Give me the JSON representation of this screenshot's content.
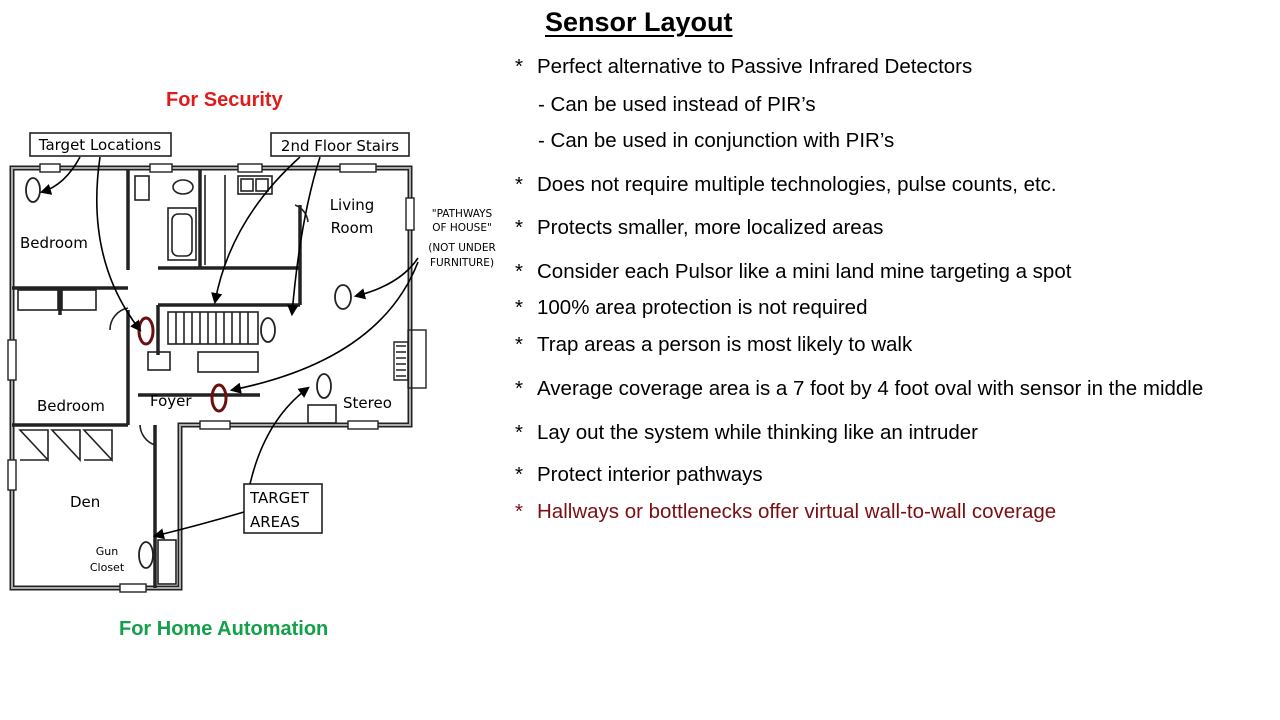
{
  "title": "Sensor Layout",
  "for_security": "For Security",
  "for_home_automation": "For Home Automation",
  "bullets": [
    {
      "text": "Perfect alternative to Passive Infrared Detectors"
    },
    {
      "text": "- Can be used instead of PIR’s"
    },
    {
      "text": "- Can be used in conjunction with PIR’s"
    },
    {
      "text": "Does not require multiple technologies, pulse counts, etc."
    },
    {
      "text": "Protects smaller, more localized areas"
    },
    {
      "text": "Consider each Pulsor like a mini land mine targeting a spot"
    },
    {
      "text": "100% area protection is not required"
    },
    {
      "text": "Trap areas a person is most likely to walk"
    },
    {
      "text": "Average coverage area is a 7 foot by 4 foot oval with sensor in the middle"
    },
    {
      "text": "Lay out the system while thinking like an intruder"
    },
    {
      "text": "Protect interior pathways"
    },
    {
      "text": "Hallways or bottlenecks offer virtual wall-to-wall coverage"
    }
  ],
  "bullet_marker": "*",
  "highlight_color": "#7a0f12",
  "floorplan": {
    "callout_target_locations": "Target Locations",
    "callout_stairs": "2nd Floor Stairs",
    "callout_pathways": [
      "\"PATHWAYS",
      "OF HOUSE\"",
      "(NOT UNDER",
      "FURNITURE)"
    ],
    "callout_target_areas": [
      "TARGET",
      "AREAS"
    ],
    "room_bedroom_top": "Bedroom",
    "room_bedroom_bottom": "Bedroom",
    "room_living": [
      "Living",
      "Room"
    ],
    "room_foyer": "Foyer",
    "room_stereo": "Stereo",
    "room_den": "Den",
    "room_gun_closet": [
      "Gun",
      "Closet"
    ]
  }
}
